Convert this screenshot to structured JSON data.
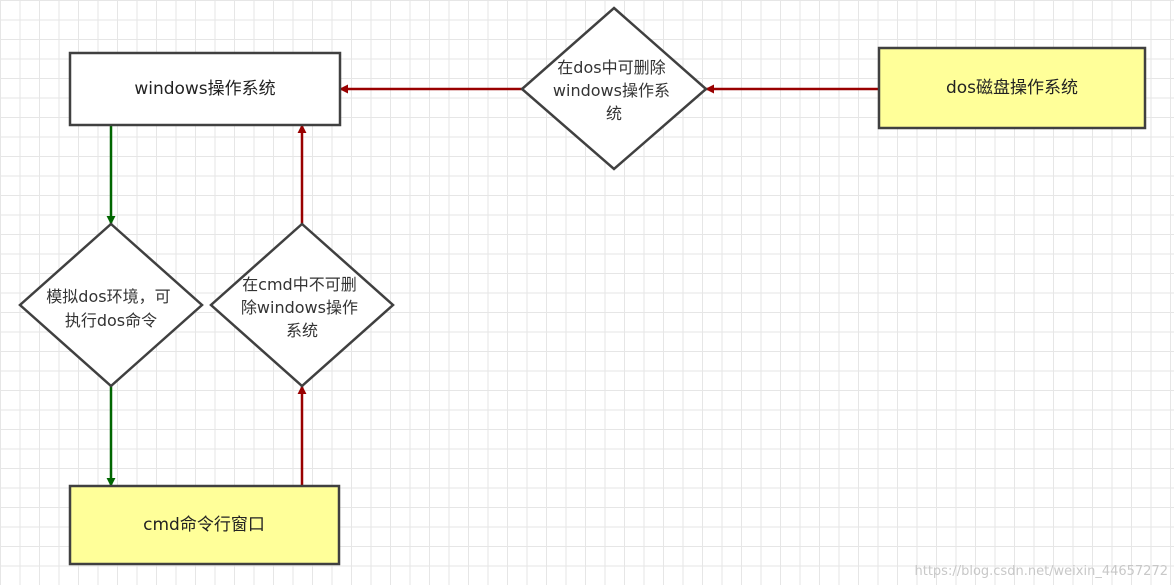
{
  "nodes": {
    "windows_os": {
      "label": "windows操作系统"
    },
    "dos_os": {
      "label": "dos磁盘操作系统"
    },
    "cmd_window": {
      "label": "cmd命令行窗口"
    }
  },
  "decisions": {
    "dos_can_delete": {
      "lines": [
        "在dos中可删除",
        "windows操作系",
        "统"
      ]
    },
    "simulate_dos": {
      "lines": [
        "模拟dos环境，可",
        "执行dos命令"
      ]
    },
    "cmd_cannot_delete": {
      "lines": [
        "在cmd中不可删",
        "除windows操作",
        "系统"
      ]
    }
  },
  "colors": {
    "terminal_fill": "#ffff99",
    "box_fill": "#ffffff",
    "stroke": "#404040",
    "arrow_red": "#990000",
    "arrow_green": "#006600"
  },
  "watermark": "https://blog.csdn.net/weixin_44657272"
}
